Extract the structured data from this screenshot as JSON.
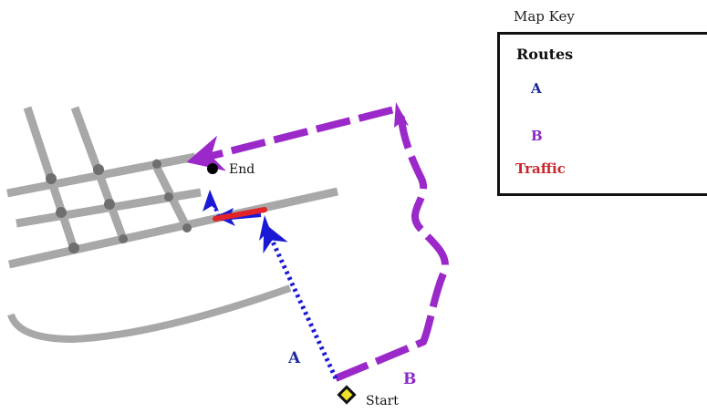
{
  "key": {
    "caption": "Map Key",
    "heading": "Routes",
    "items": [
      {
        "label": "A",
        "line": "dotted",
        "color": "#1a1ad6",
        "label_color": "#1a2a9c"
      },
      {
        "label": "B",
        "line": "dashed",
        "color": "#9b28c9",
        "label_color": "#8a2bc7"
      },
      {
        "label": "Traffic",
        "line": "solid",
        "color": "#e0242a",
        "label_color": "#c8262b"
      }
    ]
  },
  "map": {
    "end_label": "End",
    "start_label": "Start",
    "route_a_label": "A",
    "route_b_label": "B",
    "colors": {
      "road": "#a8a8a8",
      "road_shadow": "#6f6f6f",
      "route_a": "#1a1ad6",
      "route_b": "#9b28c9",
      "traffic": "#e0242a",
      "start_marker": "#f2e32a",
      "end_marker": "#000000"
    }
  }
}
